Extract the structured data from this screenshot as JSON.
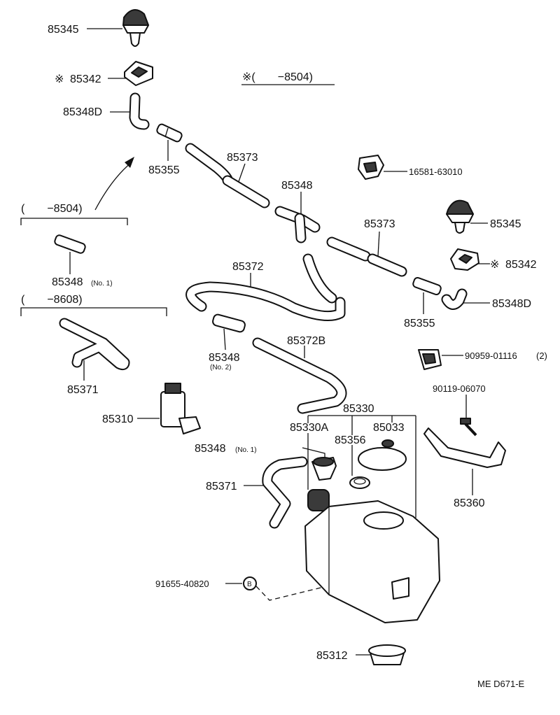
{
  "labels": {
    "p85345_top": "85345",
    "p85342_top": "85342",
    "p85348d_top": "85348D",
    "p85355_top": "85355",
    "p85373_a": "85373",
    "p85348_mid": "85348",
    "p16581": "16581-63010",
    "p85345_r": "85345",
    "p85373_b": "85373",
    "p85342_r": "85342",
    "p85348d_r": "85348D",
    "p85355_r": "85355",
    "p85372": "85372",
    "p85372b": "85372B",
    "p85348_no1": "85348",
    "p85348_no2": "85348",
    "p85371_top": "85371",
    "p85310": "85310",
    "p85330": "85330",
    "p85330a": "85330A",
    "p85033": "85033",
    "p85356": "85356",
    "p85348_no1b": "85348",
    "p85371_b": "85371",
    "p90959": "90959-01116",
    "p90119": "90119-06070",
    "p85360": "85360",
    "p91655": "91655-40820",
    "p85312": "85312"
  },
  "qualifiers": {
    "no1": "(No. 1)",
    "no2": "(No. 2)",
    "qty2": "(2)",
    "circle_b": "B",
    "mark": "※"
  },
  "notes": {
    "note_8504_top": "※(　　−8504)",
    "note_8504_left": "(　　−8504)",
    "note_8608": "(　　−8608)"
  },
  "footer": {
    "code": "ME  D671-E"
  }
}
